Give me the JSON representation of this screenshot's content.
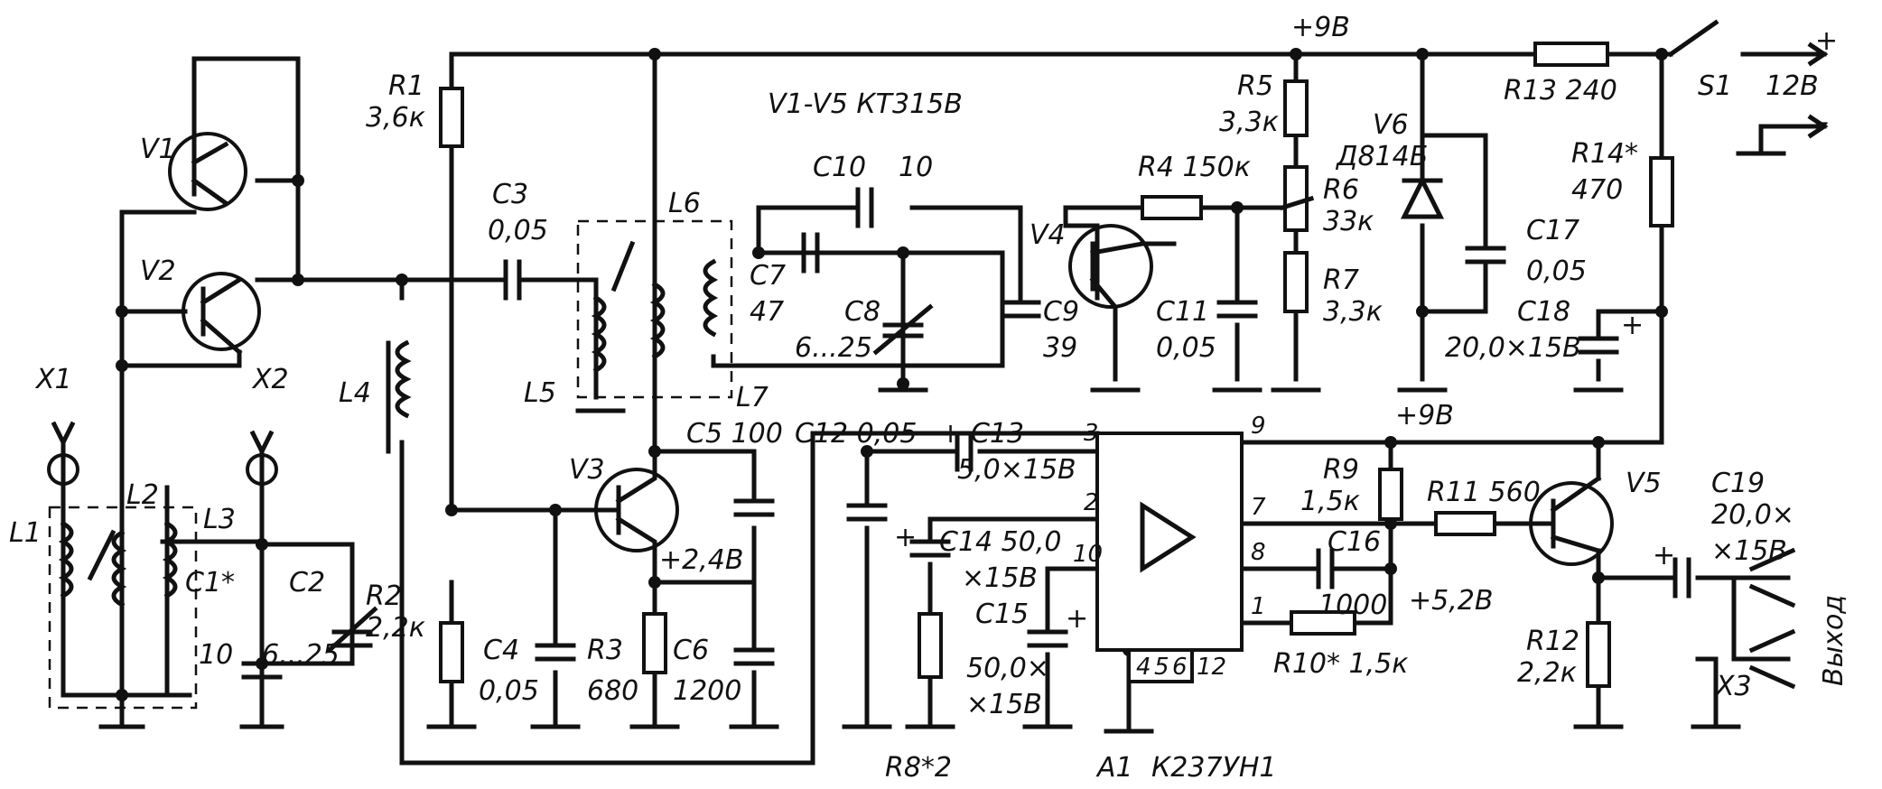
{
  "supply": {
    "rail_top": "+9В",
    "rail_mid": "+9В",
    "input_plus": "+",
    "input_minus": "–",
    "input_voltage": "12В",
    "switch": "S1"
  },
  "note_transistors": "V1-V5  КТ315В",
  "ic": {
    "ref": "A1",
    "type": "К237УН1",
    "pins": [
      "3",
      "2",
      "10",
      "9",
      "7",
      "8",
      "1",
      "4",
      "5",
      "6",
      "12"
    ]
  },
  "labels": {
    "V1": "V1",
    "V2": "V2",
    "V3": "V3",
    "V4": "V4",
    "V5": "V5",
    "V6": "V6",
    "V6_type": "Д814Б",
    "X1": "X1",
    "X2": "X2",
    "X3": "X3",
    "output": "Выход",
    "L1": "L1",
    "L2": "L2",
    "L3": "L3",
    "L4": "L4",
    "L5": "L5",
    "L6": "L6",
    "L7": "L7",
    "R1": "R1",
    "R1v": "3,6к",
    "R2": "R2",
    "R2v": "2,2к",
    "R3": "R3",
    "R3v": "680",
    "R4": "R4 150к",
    "R5": "R5",
    "R5v": "3,3к",
    "R6": "R6",
    "R6v": "33к",
    "R7": "R7",
    "R7v": "3,3к",
    "R8": "R8*2",
    "R9": "R9",
    "R9v": "1,5к",
    "R10": "R10* 1,5к",
    "R11": "R11 560",
    "R12": "R12",
    "R12v": "2,2к",
    "R13": "R13 240",
    "R14": "R14*",
    "R14v": "470",
    "C1": "C1*",
    "C1v": "10",
    "C2": "C2",
    "C2v": "6...25",
    "C3": "C3",
    "C3v": "0,05",
    "C4": "C4",
    "C4v": "0,05",
    "C5": "C5 100",
    "C6": "C6",
    "C6v": "1200",
    "C7": "C7",
    "C7v": "47",
    "C8": "C8",
    "C8v": "6...25",
    "C9": "C9",
    "C9v": "39",
    "C10": "C10",
    "C10v": "10",
    "C11": "C11",
    "C11v": "0,05",
    "C12": "C12 0,05",
    "C13": "C13",
    "C13v": "5,0×15В",
    "C14": "C14 50,0",
    "C14v": "×15В",
    "C15": "C15",
    "C15v1": "50,0×",
    "C15v2": "×15В",
    "C16": "C16",
    "C16v": "1000",
    "C17": "C17",
    "C17v": "0,05",
    "C18": "C18",
    "C18v": "20,0×15В",
    "C19": "C19",
    "C19v1": "20,0×",
    "C19v2": "×15В",
    "v_emitter": "+2,4В",
    "v_pin1": "+5,2В",
    "plus": "+"
  }
}
